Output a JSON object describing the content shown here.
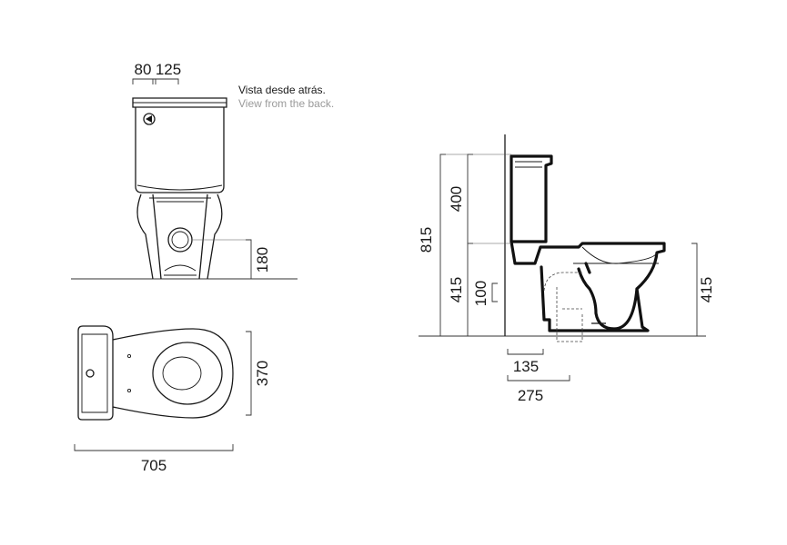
{
  "captions": {
    "es": "Vista desde atrás.",
    "en": "View from the back."
  },
  "dimensions": {
    "back_width_a": "80",
    "back_width_b": "125",
    "back_outlet_height": "180",
    "plan_depth": "370",
    "plan_length": "705",
    "side_total_height": "815",
    "side_tank_height": "400",
    "side_seat_height": "415",
    "side_outlet_height": "100",
    "side_front_height": "415",
    "side_outlet_offset": "135",
    "side_wall_offset": "275"
  }
}
